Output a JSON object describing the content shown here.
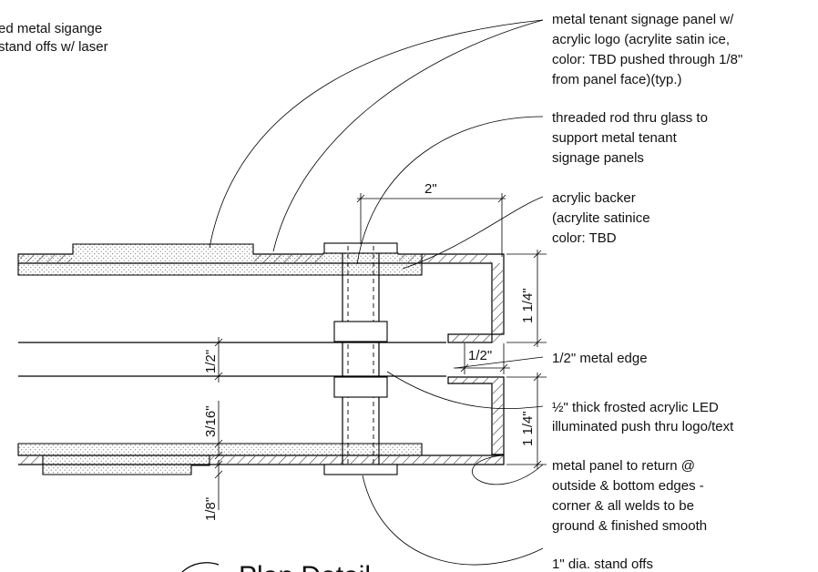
{
  "notes": {
    "top_left_1": "ed metal sigange",
    "top_left_2": "stand offs w/ laser",
    "panel_1": "metal tenant signage panel w/",
    "panel_2": "acrylic logo (acrylite satin ice,",
    "panel_3": "color: TBD pushed through 1/8\"",
    "panel_4": "from panel face)(typ.)",
    "rod_1": "threaded rod thru glass to",
    "rod_2": "support metal tenant",
    "rod_3": "signage panels",
    "backer_1": "acrylic backer",
    "backer_2": "(acrylite satinice",
    "backer_3": "color: TBD",
    "edge": "1/2\" metal edge",
    "frosted_1": "½\" thick frosted acrylic LED",
    "frosted_2": "illuminated push thru logo/text",
    "return_1": "metal panel to return @",
    "return_2": "outside & bottom edges -",
    "return_3": "corner & all welds to be",
    "return_4": "ground & finished smooth",
    "standoff": "1\" dia. stand offs"
  },
  "dimensions": {
    "top_width": "2\"",
    "right_upper": "1 1/4\"",
    "right_lower": "1 1/4\"",
    "mid_left": "1/2\"",
    "edge_gap": "1/2\"",
    "lower_left": "3/16\"",
    "bottom_left": "1/8\""
  },
  "title": "Plan Detail"
}
